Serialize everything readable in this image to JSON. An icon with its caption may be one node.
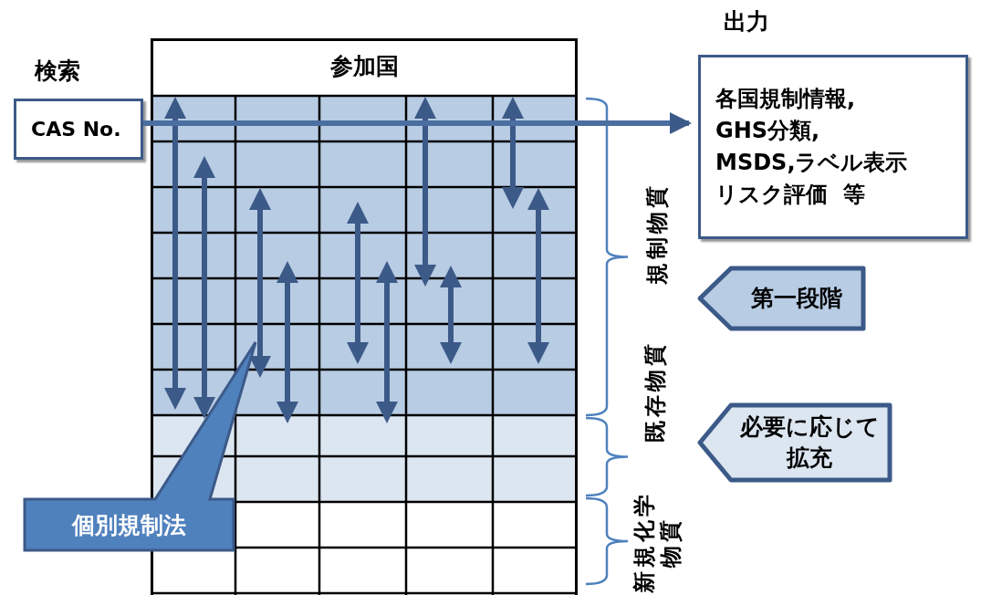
{
  "diagram": {
    "nodes": [
      {
        "text": [
          "出力",
          "各国規制情報,",
          "GHS分類,",
          "MSDS,ラベル表示",
          "リスク評価  等"
        ]
      },
      {
        "text": [
          "検索",
          "CAS No."
        ]
      },
      {
        "text": [
          "参加国"
        ]
      },
      {
        "text": [
          "個別規制法"
        ]
      },
      {
        "text": [
          "第一段階"
        ]
      },
      {
        "text": [
          "必要に応じて拡充"
        ]
      }
    ],
    "edges": [
      {
        "from": 1,
        "to": 0,
        "arrow": "to"
      }
    ],
    "labels": [
      "規制物質",
      "既存物質",
      "新規化学物質"
    ]
  }
}
